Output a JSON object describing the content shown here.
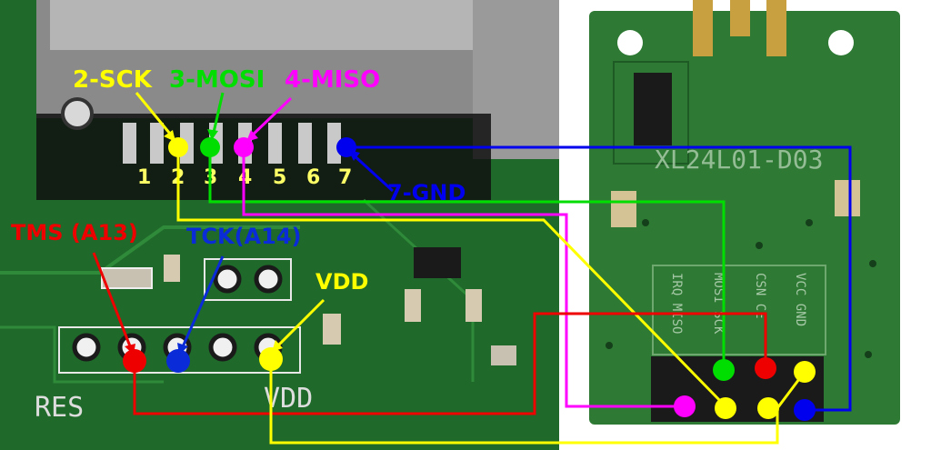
{
  "labels": {
    "sck": "2-SCK",
    "mosi": "3-MOSI",
    "miso": "4-MISO",
    "gnd": "7-GND",
    "tms": "TMS (A13)",
    "tck": "TCK(A14)",
    "vdd": "VDD"
  },
  "pin_numbers": [
    "1",
    "2",
    "3",
    "4",
    "5",
    "6",
    "7"
  ],
  "silkscreen": {
    "res": "RES",
    "vdd": "VDD",
    "module_id": "XL24L01-D03",
    "pin_labels": [
      "IRQ MISO",
      "MOSI SCK",
      "CSN CE",
      "VCC GND"
    ]
  },
  "colors": {
    "sck": "#ffff00",
    "mosi": "#00dd00",
    "miso": "#ff00ff",
    "gnd": "#0000ee",
    "tms": "#ee0000",
    "tck": "#0a2bd8",
    "vdd": "#ffff00",
    "pcb_left": "#1f6a2a",
    "pcb_right": "#2e7a34"
  }
}
